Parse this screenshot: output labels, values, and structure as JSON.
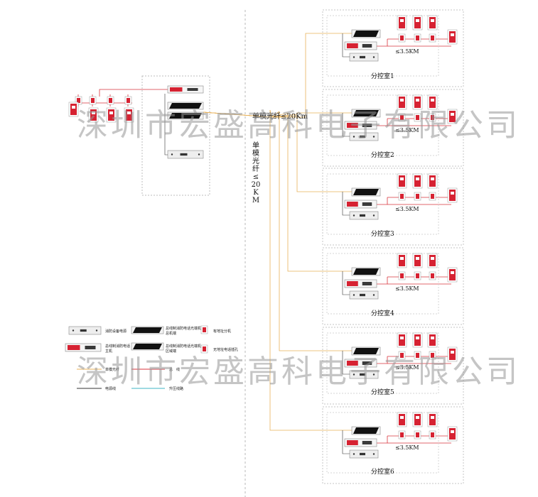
{
  "watermark": "深圳市宏盛高科电子有限公司",
  "fiber_label": "单模光纤≤20Km",
  "fiber_label_vertical": "单模光纤≤20KM",
  "distance_label": "≤3.5KM",
  "rooms": [
    "分控室1",
    "分控室2",
    "分控室3",
    "分控室4",
    "分控室5",
    "分控室6"
  ],
  "legend": {
    "fire_equipment": "消防设备电源",
    "main_host_fiber": "总线制消防电话光端机总机端",
    "main_host": "总线制消防电话主机",
    "area_fiber": "总线制消防电话光端机区域端",
    "addressed_ext": "有地址分机",
    "unaddressed_ext": "无地址电话插孔",
    "single_mode": "单模光纤",
    "bus": "总　线",
    "power": "电源线",
    "riser": "升压线路"
  },
  "colors": {
    "fiber": "#e8b25a",
    "bus": "#d9343c",
    "power": "#333333",
    "riser": "#3fb5c6",
    "device_red": "#d62232"
  }
}
